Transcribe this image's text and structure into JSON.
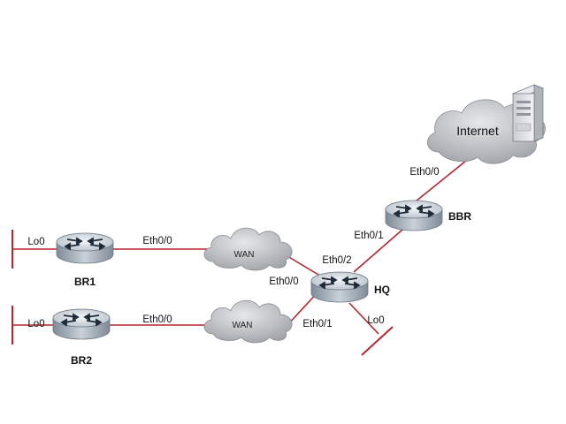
{
  "routers": {
    "br1": {
      "name": "BR1",
      "loopback": "Lo0",
      "wan_if": "Eth0/0"
    },
    "br2": {
      "name": "BR2",
      "loopback": "Lo0",
      "wan_if": "Eth0/0"
    },
    "hq": {
      "name": "HQ",
      "if_br1": "Eth0/0",
      "if_br2": "Eth0/1",
      "if_bbr": "Eth0/2",
      "loopback": "Lo0"
    },
    "bbr": {
      "name": "BBR",
      "if_hq": "Eth0/1",
      "if_internet": "Eth0/0"
    }
  },
  "clouds": {
    "wan1": "WAN",
    "wan2": "WAN",
    "internet": "Internet"
  },
  "colors": {
    "link": "#b3262d",
    "router_top": "#dde3ea",
    "router_side": "#9aa6b2",
    "cloud": "#b9bcc1"
  }
}
